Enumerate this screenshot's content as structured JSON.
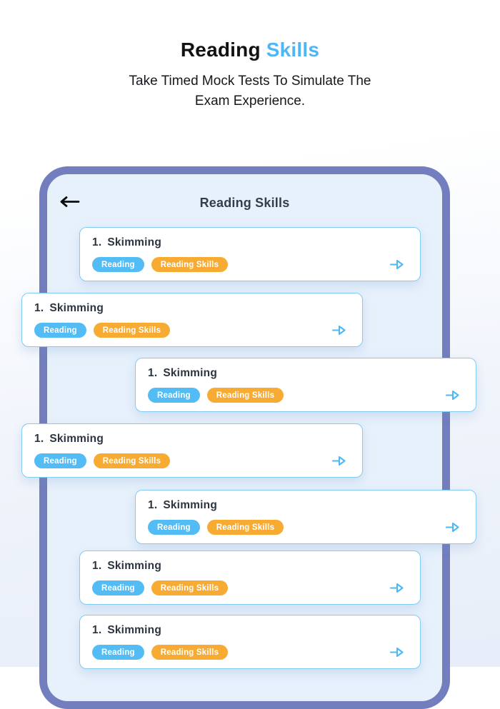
{
  "hero": {
    "title_primary": "Reading",
    "title_accent": "Skills",
    "subtitle_line1": "Take Timed Mock Tests To Simulate The",
    "subtitle_line2": "Exam Experience."
  },
  "phone": {
    "header": {
      "title": "Reading Skills",
      "back_icon": "left-arrow"
    },
    "cards": [
      {
        "number": "1.",
        "title": "Skimming",
        "offset": "center",
        "tags": [
          {
            "label": "Reading",
            "type": "blue"
          },
          {
            "label": "Reading Skills",
            "type": "orange"
          }
        ]
      },
      {
        "number": "1.",
        "title": "Skimming",
        "offset": "left",
        "tags": [
          {
            "label": "Reading",
            "type": "blue"
          },
          {
            "label": "Reading Skills",
            "type": "orange"
          }
        ]
      },
      {
        "number": "1.",
        "title": "Skimming",
        "offset": "right",
        "tags": [
          {
            "label": "Reading",
            "type": "blue"
          },
          {
            "label": "Reading Skills",
            "type": "orange"
          }
        ]
      },
      {
        "number": "1.",
        "title": "Skimming",
        "offset": "left",
        "tags": [
          {
            "label": "Reading",
            "type": "blue"
          },
          {
            "label": "Reading Skills",
            "type": "orange"
          }
        ]
      },
      {
        "number": "1.",
        "title": "Skimming",
        "offset": "right",
        "tags": [
          {
            "label": "Reading",
            "type": "blue"
          },
          {
            "label": "Reading Skills",
            "type": "orange"
          }
        ]
      },
      {
        "number": "1.",
        "title": "Skimming",
        "offset": "center",
        "tags": [
          {
            "label": "Reading",
            "type": "blue"
          },
          {
            "label": "Reading Skills",
            "type": "orange"
          }
        ]
      },
      {
        "number": "1.",
        "title": "Skimming",
        "offset": "center",
        "tags": [
          {
            "label": "Reading",
            "type": "blue"
          },
          {
            "label": "Reading Skills",
            "type": "orange"
          }
        ]
      }
    ]
  },
  "colors": {
    "accent_blue": "#4FB6F5",
    "tag_blue": "#54BCF4",
    "tag_orange": "#F8AB33",
    "frame_border": "#727EBE",
    "frame_bg": "#E7F1FC",
    "card_border": "#82CCF4",
    "arrow": "#4FB8F3"
  }
}
